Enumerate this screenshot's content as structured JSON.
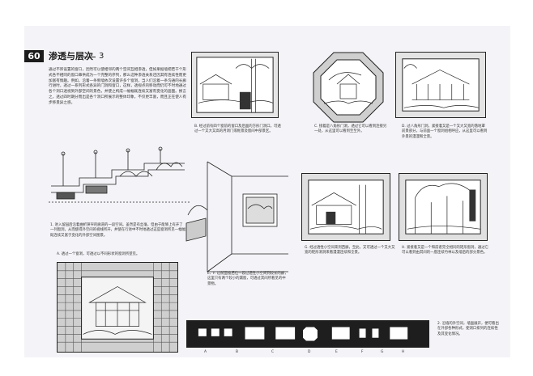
{
  "page": {
    "number": "60",
    "title": "渗透与层次",
    "title_number": "3"
  },
  "intro_text": "通过不饰设置的窗口，因然可以使相邻的两个空间互相渗透，但如果据墙把若干个形式各不相同的窗口串供成为一个完整的序列，那么这种渗透关系还因其有连续性而更加富有情趣。例如，沿着一条侧墙依次设置许多个窗洞，当人们沿着一条沟通的长廊行进时，透过一系列形式各异的门洞和窗口，这样，透视点的移动而仍可不时地通过各个洞口透视到外部空间的景色，并使之构成一幅幅既连续又富有变化的画面。换言之，透过四时期分而出是各个洞口所展示的整体印象，不仅更丰富，而且正在使人有步移景异之感。",
  "captions": {
    "c1": "1. 进入留园后沿着曲折狭窄的廊道的一段空间。虽然是有丝毫，但由于能够上有开了一列窗洞，从而使得外空间的视线所开，并使在行进中不时地透过这些窗洞所见一幅幅既连续又富于变化的外部空间图景。",
    "cA": "A. 透过一个窗洞，可透过以不同形状的窗洞所望见。",
    "cB": "B. 经过前有四个窗前的窗口及后面的方形门洞口，可透过一个又大又高的月洞门或框景及窗间中部景区。",
    "cC": "C. 接着是八角形门洞，透过它可以看到连接另一处，从这里可以看到至至外。",
    "cD": "D. 过八角形门洞，紧接着又是一个又大又宽的落地罩前景部分，与前面一个窗洞组相呼应，从这里可以看到外景的漫漫和全景。",
    "cEF": "E、F. 过前面窗后位一段过透性小空间到较长的廊，这里只有两个较小的漏窗，可透过其间所看见的中景物。",
    "cG": "G. 经过透性小空间来到西廊，至此，又可透过一个又大又宽的矩形洞洞来看漫漫连续和全景。",
    "cH": "H. 紧接着又是一个和前者完全相同的矩形窗洞，通过它可以看到由其间的一座连续竹林以及墙后的部分景色。",
    "c2": "2. 沿墙的外空间，墙面展开，便可看出在外部各种形式，使洞口排列的连续性及其变化情况。"
  },
  "elevation_labels": [
    "A",
    "B",
    "C",
    "D",
    "E",
    "F",
    "G",
    "H"
  ],
  "sketch_labels": {
    "B": "B",
    "C": "C",
    "D": "D",
    "EF": "E/F",
    "G": "G",
    "H": "H"
  }
}
